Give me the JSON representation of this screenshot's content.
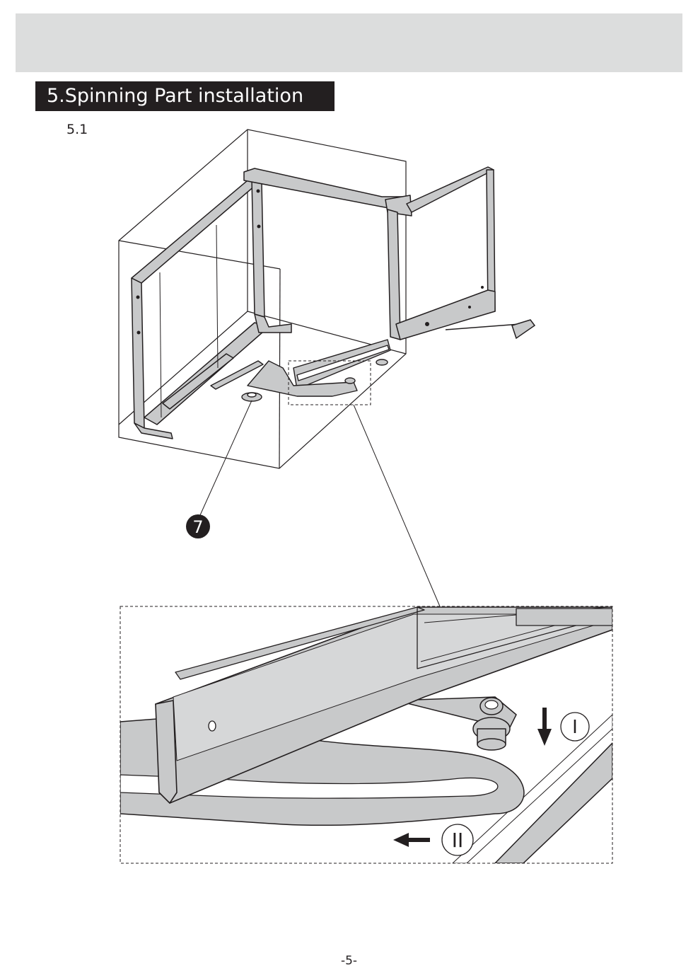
{
  "section": {
    "title": "5.Spinning Part installation"
  },
  "step": {
    "label": "5.1"
  },
  "callout": {
    "part_number": "7",
    "part_icon": "numbered-circle-icon"
  },
  "detail": {
    "step_one": "I",
    "step_two": "II",
    "step_one_icon": "arrow-down-icon",
    "step_two_icon": "arrow-left-icon"
  },
  "footer": {
    "page_number": "-5-"
  },
  "colors": {
    "header_band": "#dcdddd",
    "title_bg": "#231f20",
    "part_fill": "#c8c9ca",
    "line": "#231f20"
  }
}
